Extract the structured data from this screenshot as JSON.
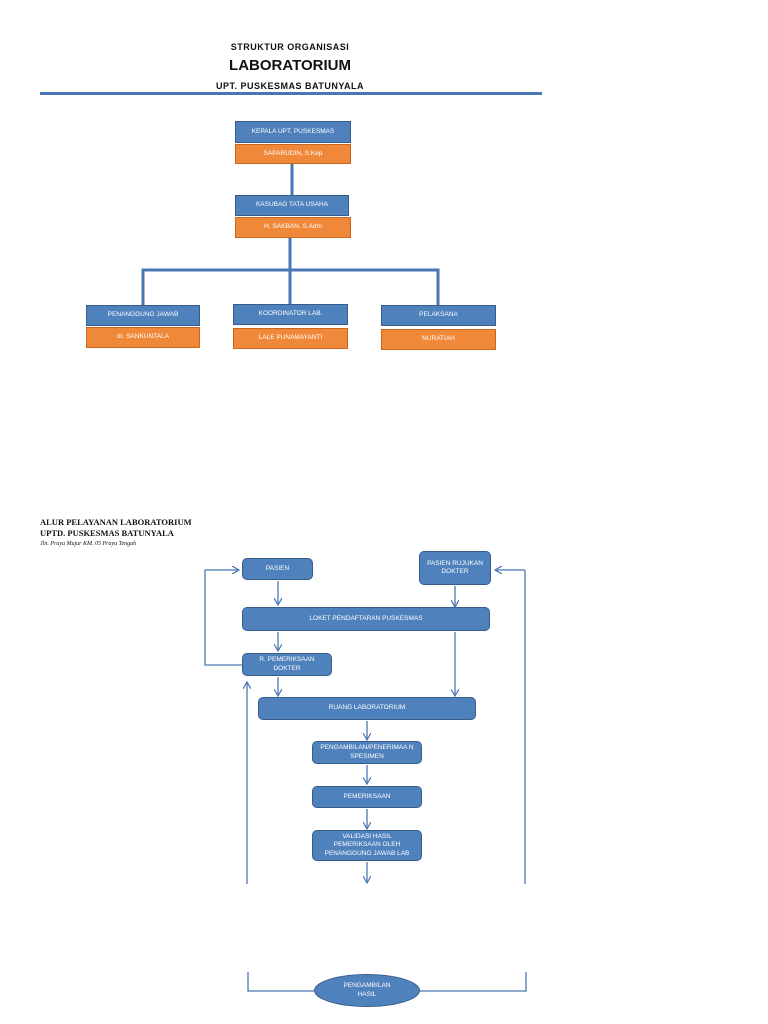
{
  "org": {
    "heading_small": "STRUKTUR ORGANISASI",
    "heading_big": "LABORATORIUM",
    "heading_sub": "UPT. PUSKESMAS BATUNYALA",
    "head_role": "KEPALA  UPT. PUSKESMAS",
    "head_name": "SAPARUDIN, S.Kep",
    "admin_role": "KASUBAG TATA USAHA",
    "admin_name": "H. SAKBAN, S.Adm",
    "members": [
      {
        "role": "PENANGGUNG JAWAB",
        "name": "dr. SANKUNTALA"
      },
      {
        "role": "KOORDINATOR LAB.",
        "name": "LALE PUNAMAYANTI"
      },
      {
        "role": "PELAKSANA",
        "name": "NURATIAH"
      }
    ]
  },
  "flow": {
    "title_line1": "ALUR PELAYANAN LABORATORIUM",
    "title_line2": "UPTD. PUSKESMAS BATUNYALA",
    "address": "Jln. Praya Mujur KM. 05 Praya Tengah",
    "pasien": "PASIEN",
    "pasien_rujukan": "PASIEN RUJUKAN DOKTER",
    "loket": "LOKET PENDAFTARAN PUSKESMAS",
    "pemeriksaan_dokter": "R. PEMERIKSAAN DOKTER",
    "ruang_lab": "RUANG LABORATORIUM",
    "pengambilan_spesimen": "PENGAMBILAN/PENERIMAA N SPESIMEN",
    "pemeriksaan": "PEMERIKSAAN",
    "validasi": "VALIDASI HASIL PEMERIKSAAN OLEH PENANGGUNG JAWAB LAB",
    "pengambilan_hasil": "PENGAMBILAN HASIL"
  },
  "colors": {
    "box_blue": "#4f81bd",
    "box_orange": "#f0883a",
    "line_blue": "#4a76b4"
  }
}
